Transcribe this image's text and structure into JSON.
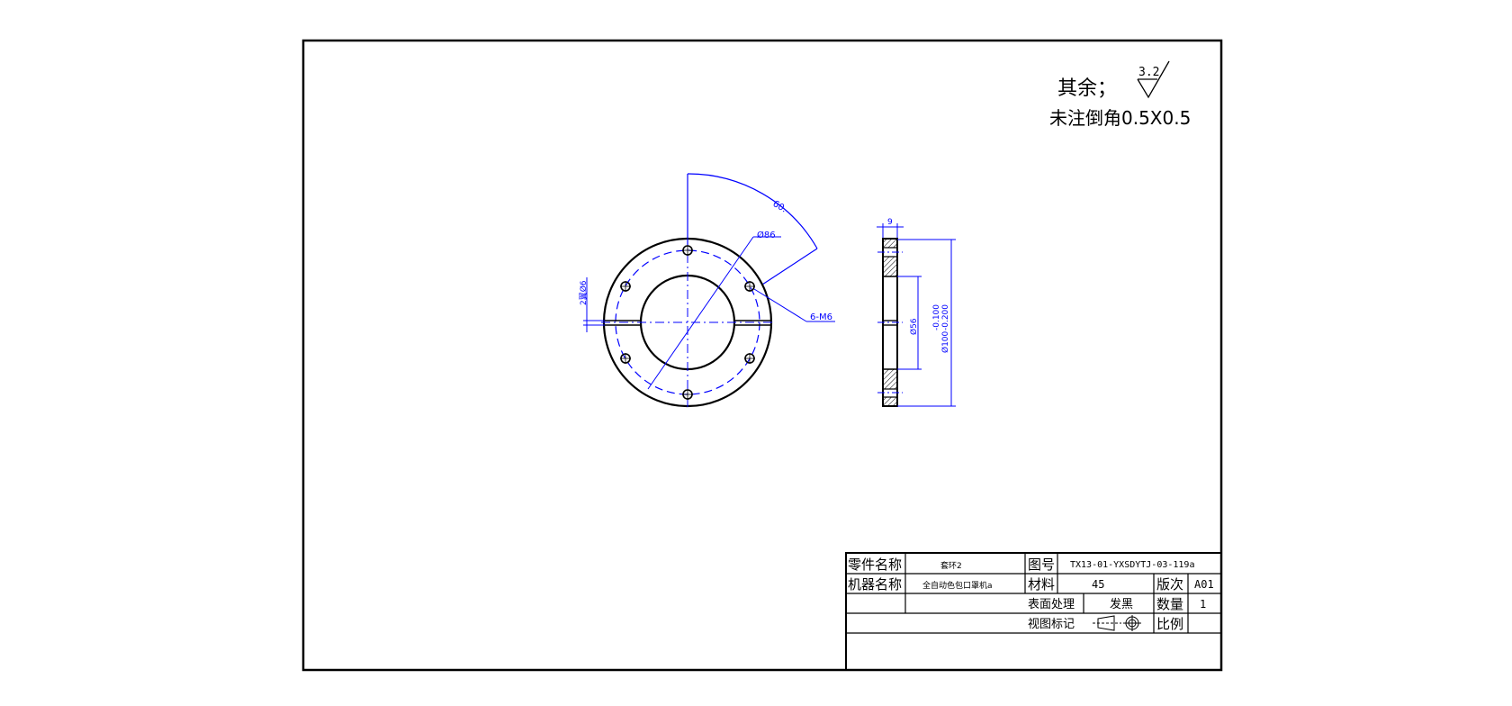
{
  "notes": {
    "rest_label": "其余；",
    "roughness_value": "3.2",
    "chamfer_note": "未注倒角0.5X0.5"
  },
  "front_view": {
    "angle_label": "60.",
    "bolt_circle_label": "Ø86",
    "slot_label": "2翼Ø6",
    "hole_label": "6-M6"
  },
  "side_view": {
    "thickness_label": "9",
    "inner_dia_label": "Ø56",
    "outer_dia_label": "Ø100",
    "tol_upper": "-0.100",
    "tol_lower": "-0.200"
  },
  "title_block": {
    "part_name_label": "零件名称",
    "part_name_value": "套环2",
    "drawing_no_label": "图号",
    "drawing_no_value": "TX13-01-YXSDYTJ-03-119a",
    "machine_name_label": "机器名称",
    "machine_name_value": "全自动色包口罩机a",
    "material_label": "材料",
    "material_value": "45",
    "version_label": "版次",
    "version_value": "A01",
    "surface_label": "表面处理",
    "surface_value": "发黑",
    "quantity_label": "数量",
    "quantity_value": "1",
    "view_mark_label": "视图标记",
    "scale_label": "比例",
    "scale_value": ""
  },
  "colors": {
    "outline": "#000000",
    "dimension": "#0000ff",
    "background": "#ffffff"
  }
}
